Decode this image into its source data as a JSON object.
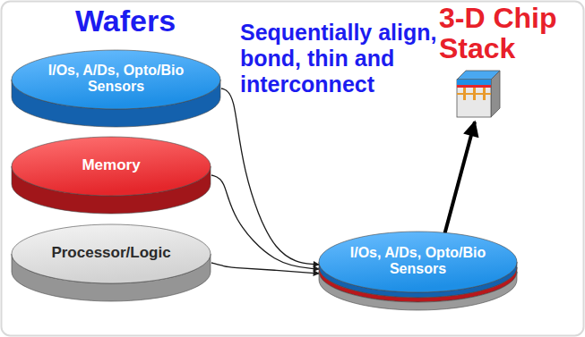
{
  "diagram": {
    "title": "Wafers",
    "nodes": [
      {
        "text": [
          "I/Os, A/Ds, Opto/Bio Sensors"
        ]
      },
      {
        "text": [
          "Memory"
        ]
      },
      {
        "text": [
          "Processor/Logic"
        ]
      },
      {
        "text": [
          "I/Os, A/Ds, Opto/Bio Sensors"
        ]
      },
      {
        "text": [
          "3-D Chip Stack"
        ]
      }
    ],
    "edges": [
      {
        "from": 0,
        "to": 3,
        "arrow": "to"
      },
      {
        "from": 1,
        "to": 3,
        "arrow": "to"
      },
      {
        "from": 2,
        "to": 3,
        "arrow": "to"
      },
      {
        "from": 3,
        "to": 4,
        "arrow": "to"
      }
    ],
    "labels": [
      "Sequentially align, bond, thin and interconnect"
    ]
  }
}
